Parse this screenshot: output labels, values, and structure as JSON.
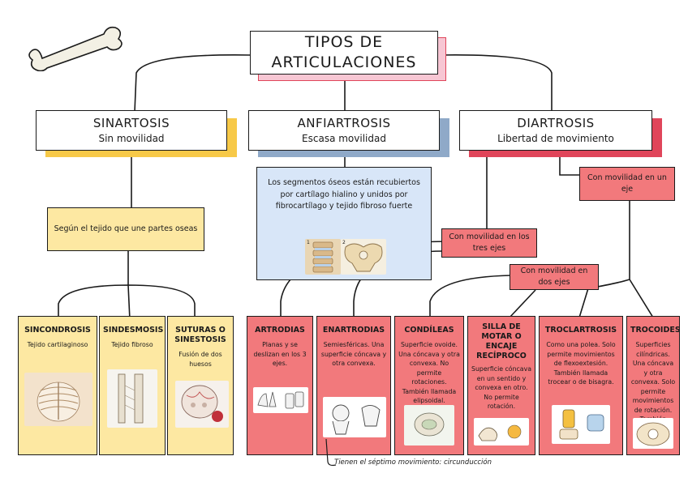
{
  "title": {
    "line1": "TIPOS DE",
    "line2": "ARTICULACIONES"
  },
  "headers": {
    "sinartrosis": {
      "name": "SINARTOSIS",
      "sub": "Sin movilidad"
    },
    "anfiartrosis": {
      "name": "ANFIARTROSIS",
      "sub": "Escasa movilidad"
    },
    "diartrosis": {
      "name": "DIARTROSIS",
      "sub": "Libertad de movimiento"
    }
  },
  "notes": {
    "tejido": "Según el tejido que une partes oseas",
    "anfi_desc": "Los segmentos óseos están recubiertos por cartílago hialino y unidos por fibrocartílago y tejido fibroso fuerte",
    "un_eje": "Con movilidad en un eje",
    "tres_ejes": "Con movilidad en los tres ejes",
    "dos_ejes": "Con movilidad en dos ejes"
  },
  "image_labels": {
    "n1": "1",
    "n2": "2"
  },
  "cards": {
    "sincondrosis": {
      "title": "SINCONDROSIS",
      "desc": "Tejido cartilaginoso"
    },
    "sindesmosis": {
      "title": "SINDESMOSIS",
      "desc": "Tejido fibroso"
    },
    "suturas": {
      "title": "SUTURAS O SINESTOSIS",
      "desc": "Fusión de dos huesos"
    },
    "artrodias": {
      "title": "ARTRODIAS",
      "desc": "Planas y se deslizan en los 3 ejes."
    },
    "enartrodias": {
      "title": "ENARTRODIAS",
      "desc": "Semiesféricas. Una superficie cóncava y otra convexa."
    },
    "condileas": {
      "title": "CONDÍLEAS",
      "desc": "Superficie ovoide. Una cóncava y otra convexa. No permite rotaciones. También llamada elipsoidal."
    },
    "silla": {
      "title": "SILLA DE MOTAR O ENCAJE RECÍPROCO",
      "desc": "Superficie cóncava en un sentido y convexa en otro. No permite rotación."
    },
    "troclartrosis": {
      "title": "TROCLARTROSIS",
      "desc": "Como una polea. Solo permite movimientos de flexoextesión. También llamada trocear o de bisagra."
    },
    "trocoides": {
      "title": "TROCOIDES",
      "desc": "Superficies cilíndricas. Una cóncava y otra convexa. Solo permite movimientos de rotación. También llamada en pivote."
    }
  },
  "handwritten_note": "Tienen el séptimo movimiento: circunducción",
  "colors": {
    "red": "#f2797c",
    "yellow": "#fde8a2",
    "blue": "#d8e6f8",
    "pink": "#f7c6d3",
    "gold": "#f7c948",
    "steel": "#8fa9c8",
    "crimson": "#e0455a"
  }
}
